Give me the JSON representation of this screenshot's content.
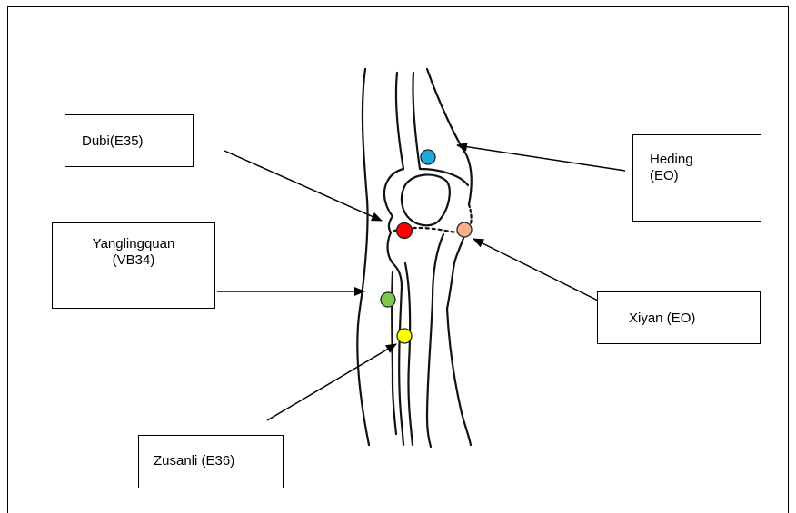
{
  "labels": {
    "dubi": "Dubi(E35)",
    "heding_line1": "Heding",
    "heding_line2": "(EO)",
    "yanglingquan_line1": "Yanglingquan",
    "yanglingquan_line2": "(VB34)",
    "xiyan": "Xiyan (EO)",
    "zusanli": "Zusanli (E36)"
  },
  "points": [
    {
      "name": "dubi",
      "color": "#ff0000"
    },
    {
      "name": "heding",
      "color": "#1ea7e1"
    },
    {
      "name": "xiyan",
      "color": "#f8b088"
    },
    {
      "name": "yanglingquan",
      "color": "#7ec850"
    },
    {
      "name": "zusanli",
      "color": "#ffff00"
    }
  ]
}
